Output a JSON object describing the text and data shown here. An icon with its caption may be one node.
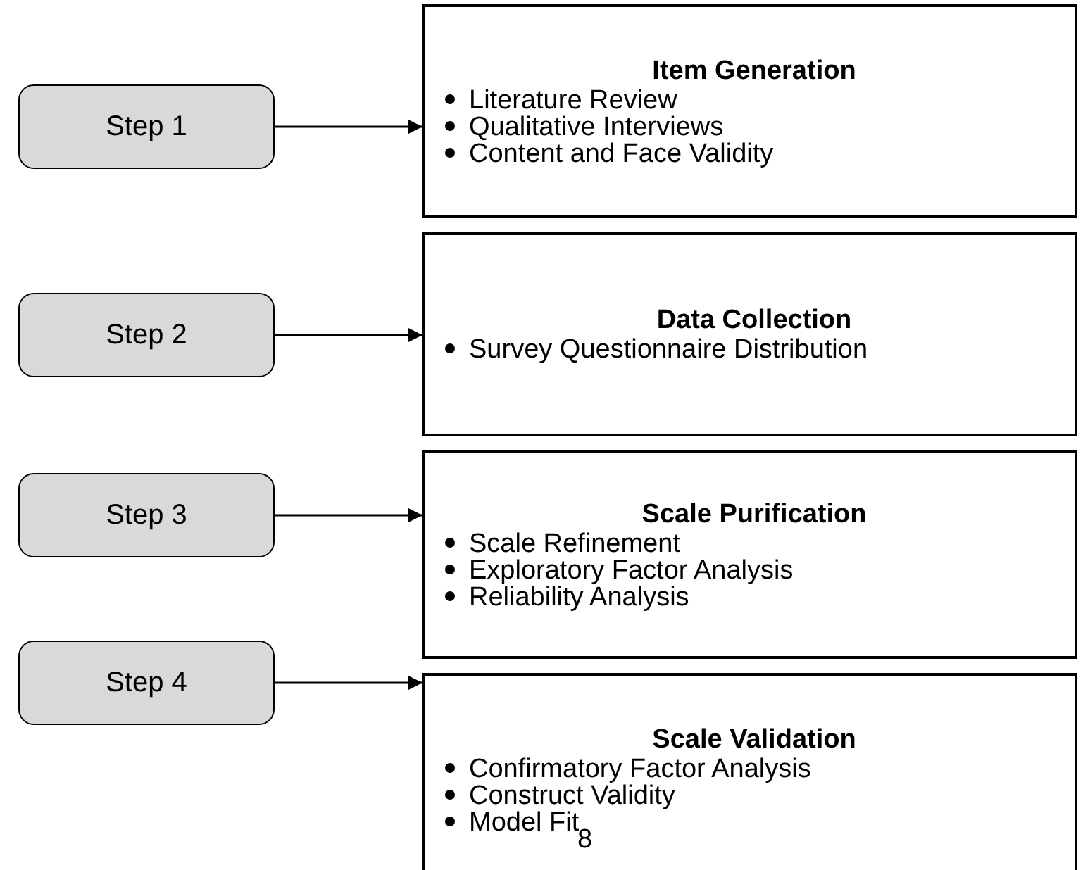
{
  "diagram": {
    "nodes": [
      {
        "text": [
          "Step 1"
        ]
      },
      {
        "text": [
          "Item Generation",
          "Literature Review",
          "Qualitative Interviews",
          "Content and Face Validity"
        ]
      },
      {
        "text": [
          "Step 2"
        ]
      },
      {
        "text": [
          "Data Collection",
          "Survey Questionnaire Distribution"
        ]
      },
      {
        "text": [
          "Step 3"
        ]
      },
      {
        "text": [
          "Scale Purification",
          "Scale Refinement",
          "Exploratory Factor Analysis",
          "Reliability Analysis"
        ]
      },
      {
        "text": [
          "Step 4"
        ]
      },
      {
        "text": [
          "Scale Validation",
          "Confirmatory Factor Analysis",
          "Construct Validity",
          "Model Fit"
        ]
      }
    ],
    "edges": [
      {
        "from": 0,
        "to": 1,
        "arrow": "to"
      },
      {
        "from": 2,
        "to": 3,
        "arrow": "to"
      },
      {
        "from": 4,
        "to": 5,
        "arrow": "to"
      },
      {
        "from": 6,
        "to": 7,
        "arrow": "to"
      }
    ],
    "labels": [
      "8"
    ]
  }
}
